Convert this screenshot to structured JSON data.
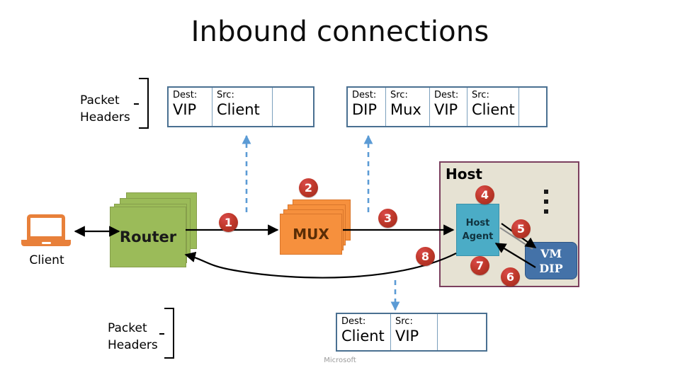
{
  "slide": {
    "title": "Inbound connections",
    "footer": "Microsoft"
  },
  "labels": {
    "packet_headers_top": "Packet\nHeaders",
    "packet_headers_top_line1": "Packet",
    "packet_headers_top_line2": "Headers",
    "packet_headers_bottom_line1": "Packet",
    "packet_headers_bottom_line2": "Headers",
    "client": "Client",
    "router": "Router",
    "mux": "MUX",
    "host": "Host",
    "host_agent_line1": "Host",
    "host_agent_line2": "Agent",
    "vm_line1": "VM",
    "vm_line2": "DIP"
  },
  "packet_tables": {
    "top_left": {
      "name": "inbound-packet-at-router",
      "cells": [
        {
          "key": "Dest:",
          "value": "VIP"
        },
        {
          "key": "Src:",
          "value": "Client"
        },
        {
          "key": "",
          "value": ""
        }
      ]
    },
    "top_right": {
      "name": "encapsulated-packet-from-mux",
      "cells": [
        {
          "key": "Dest:",
          "value": "DIP"
        },
        {
          "key": "Src:",
          "value": "Mux"
        },
        {
          "key": "Dest:",
          "value": "VIP"
        },
        {
          "key": "Src:",
          "value": "Client"
        },
        {
          "key": "",
          "value": ""
        }
      ]
    },
    "bottom": {
      "name": "return-packet-to-client",
      "cells": [
        {
          "key": "Dest:",
          "value": "Client"
        },
        {
          "key": "Src:",
          "value": "VIP"
        },
        {
          "key": "",
          "value": ""
        }
      ]
    }
  },
  "steps": [
    {
      "n": "1"
    },
    {
      "n": "2"
    },
    {
      "n": "3"
    },
    {
      "n": "4"
    },
    {
      "n": "5"
    },
    {
      "n": "6"
    },
    {
      "n": "7"
    },
    {
      "n": "8"
    }
  ],
  "colors": {
    "router": "#9BBB59",
    "mux": "#F6903D",
    "host_background": "#E6E2D3",
    "host_border": "#7B3F5E",
    "host_agent": "#4BACC6",
    "vm": "#4472A8",
    "client_icon": "#E8803A",
    "badge": "#C0392B",
    "packet_border": "#4A7091",
    "dashed_arrow": "#5B9BD5",
    "footer_text": "#9A9A9A"
  }
}
